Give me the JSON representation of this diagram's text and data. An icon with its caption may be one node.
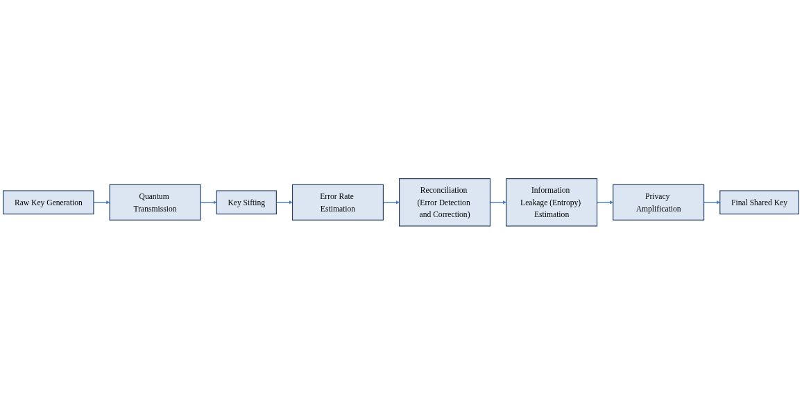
{
  "diagram": {
    "nodes": [
      {
        "text": [
          "Raw Key Generation"
        ]
      },
      {
        "text": [
          "Quantum Transmission"
        ]
      },
      {
        "text": [
          "Key Sifting"
        ]
      },
      {
        "text": [
          "Error Rate Estimation"
        ]
      },
      {
        "text": [
          "Reconciliation (Error Detection and Correction)"
        ]
      },
      {
        "text": [
          "Information Leakage (Entropy) Estimation"
        ]
      },
      {
        "text": [
          "Privacy Amplification"
        ]
      },
      {
        "text": [
          "Final Shared Key"
        ]
      }
    ],
    "edges": [
      {
        "from": 0,
        "to": 1,
        "arrow": "to"
      },
      {
        "from": 1,
        "to": 2,
        "arrow": "to"
      },
      {
        "from": 2,
        "to": 3,
        "arrow": "to"
      },
      {
        "from": 3,
        "to": 4,
        "arrow": "to"
      },
      {
        "from": 4,
        "to": 5,
        "arrow": "to"
      },
      {
        "from": 5,
        "to": 6,
        "arrow": "to"
      },
      {
        "from": 6,
        "to": 7,
        "arrow": "to"
      }
    ]
  }
}
